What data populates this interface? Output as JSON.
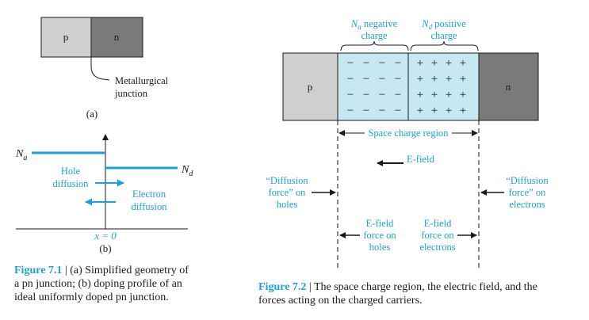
{
  "fig1": {
    "p_label": "p",
    "n_label": "n",
    "metallurgical_l1": "Metallurgical",
    "metallurgical_l2": "junction",
    "sub_a": "(a)",
    "na_main": "N",
    "na_sub": "a",
    "nd_main": "N",
    "nd_sub": "d",
    "hole_l1": "Hole",
    "hole_l2": "diffusion",
    "electron_l1": "Electron",
    "electron_l2": "diffusion",
    "x_eq": "x = 0",
    "sub_b": "(b)",
    "caption_lead": "Figure 7.1",
    "caption_l1": " | (a) Simplified geometry of",
    "caption_l2": "a pn junction; (b) doping profile of an",
    "caption_l3": "ideal uniformly doped pn junction."
  },
  "fig2": {
    "na_charge_sym": "N",
    "na_charge_sub": "a",
    "na_charge_word": " negative",
    "na_charge_l2": "charge",
    "nd_charge_sym": "N",
    "nd_charge_sub": "d",
    "nd_charge_word": " positive",
    "nd_charge_l2": "charge",
    "p_label": "p",
    "n_label": "n",
    "minus": "−",
    "plus": "+",
    "space_charge": "Space charge region",
    "efield": "E-field",
    "diff_holes_l1": "“Diffusion",
    "diff_holes_l2": "force” on",
    "diff_holes_l3": "holes",
    "diff_elec_l1": "“Diffusion",
    "diff_elec_l2": "force” on",
    "diff_elec_l3": "electrons",
    "ef_holes_l1": "E-field",
    "ef_holes_l2": "force on",
    "ef_holes_l3": "holes",
    "ef_elec_l1": "E-field",
    "ef_elec_l2": "force on",
    "ef_elec_l3": "electrons",
    "caption_lead": "Figure 7.2",
    "caption_l1": " | The space charge region, the electric field, and the",
    "caption_l2": "forces acting on the charged carriers."
  },
  "colors": {
    "accent": "#1aa3d9",
    "p_region": "#cfcfcf",
    "n_region": "#7a7a7a",
    "space_charge": "#c6e8f2"
  }
}
